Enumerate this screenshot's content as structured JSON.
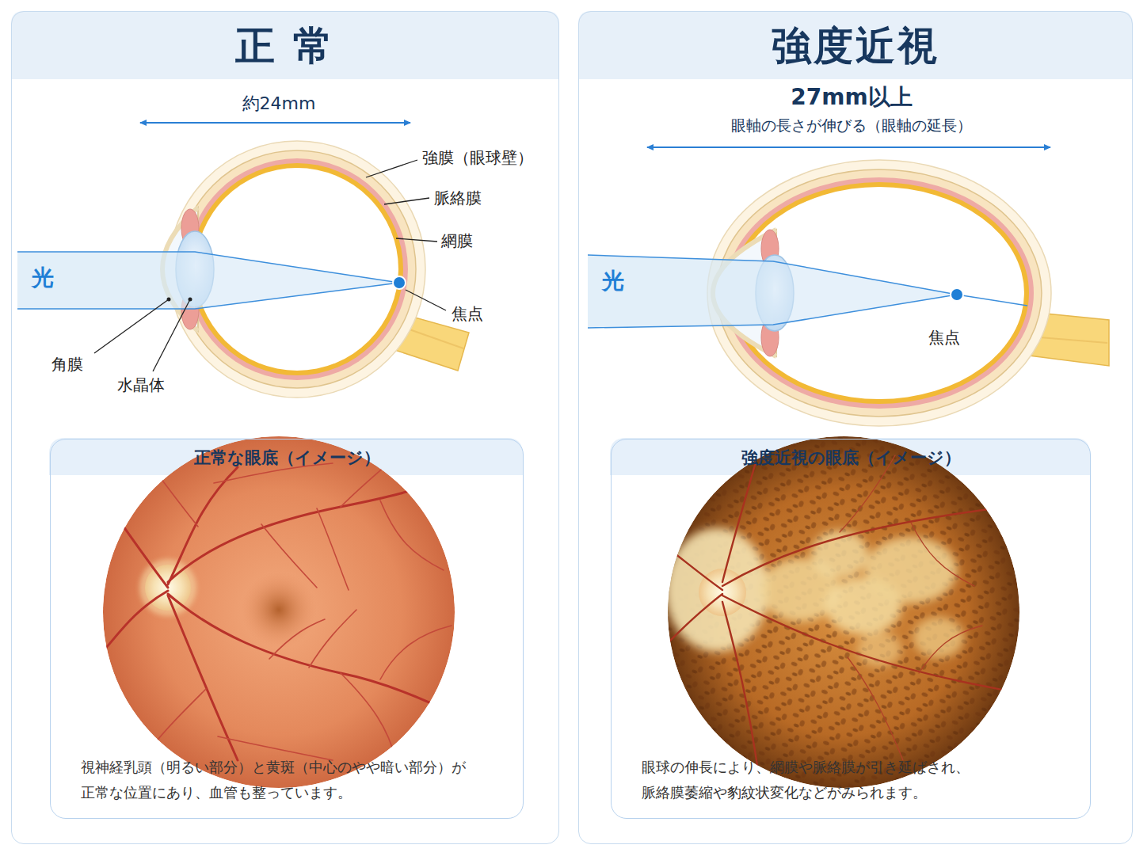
{
  "diagram": {
    "nodes": [
      {
        "text": [
          "正 常"
        ]
      },
      {
        "text": [
          "正常な眼底（イメージ）",
          "視神経乳頭（明るい部分）と黄斑（中心のやや暗い部分）が 正常な位置にあり、血管も整っています。"
        ],
        "in": 0
      },
      {
        "text": [
          "強度近視"
        ]
      },
      {
        "text": [
          "強度近視の眼底（イメージ）",
          "眼球の伸長により、網膜や脈絡膜が引き延ばされ、 脈絡膜萎縮や豹紋状変化などがみられます。"
        ],
        "in": 2
      }
    ],
    "labels": [
      "約24mm",
      "強膜（眼球壁）",
      "脈絡膜",
      "網膜",
      "光",
      "焦点",
      "角膜",
      "水晶体",
      "27mm以上",
      "眼軸の長さが伸びる（眼軸の延長）",
      "光",
      "焦点"
    ]
  }
}
